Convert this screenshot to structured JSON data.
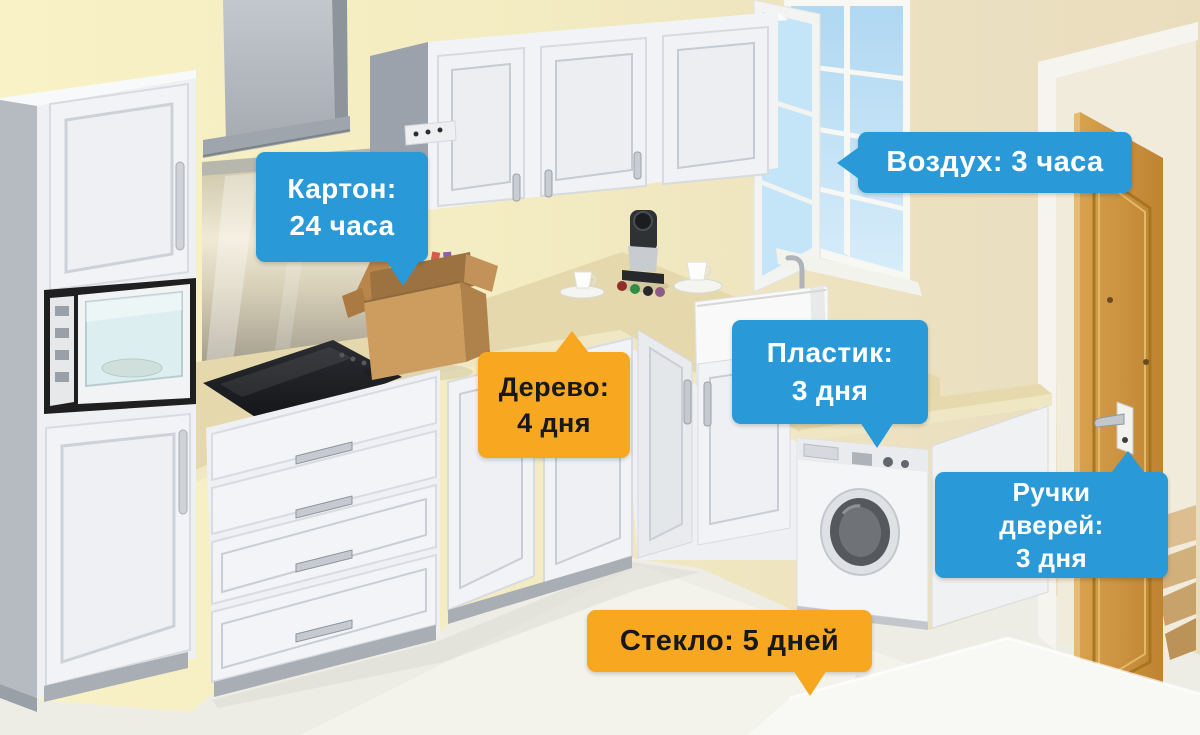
{
  "infographic": {
    "labels": {
      "cardboard": {
        "text": "Картон:\n24 часа",
        "style": "blue",
        "pointer": "down"
      },
      "air": {
        "text": "Воздух: 3 часа",
        "style": "blue",
        "pointer": "left"
      },
      "wood": {
        "text": "Дерево:\n4 дня",
        "style": "orange",
        "pointer": "up"
      },
      "plastic": {
        "text": "Пластик:\n3 дня",
        "style": "blue",
        "pointer": "down"
      },
      "door_handles": {
        "text": "Ручки\nдверей:\n3 дня",
        "style": "blue",
        "pointer": "up"
      },
      "glass": {
        "text": "Стекло: 5 дней",
        "style": "orange",
        "pointer": "down"
      }
    },
    "colors": {
      "label_blue": "#2a99d8",
      "label_orange": "#f7a720",
      "blue_label_text": "#ffffff",
      "orange_label_text": "#17181b",
      "wall": "#f4ecc2",
      "floor": "#eeede5",
      "countertop": "#e5d8ac",
      "cabinets": "#f2f3f6",
      "door_wood": "#cc9440",
      "window_sky": "#c4e2f6"
    }
  }
}
